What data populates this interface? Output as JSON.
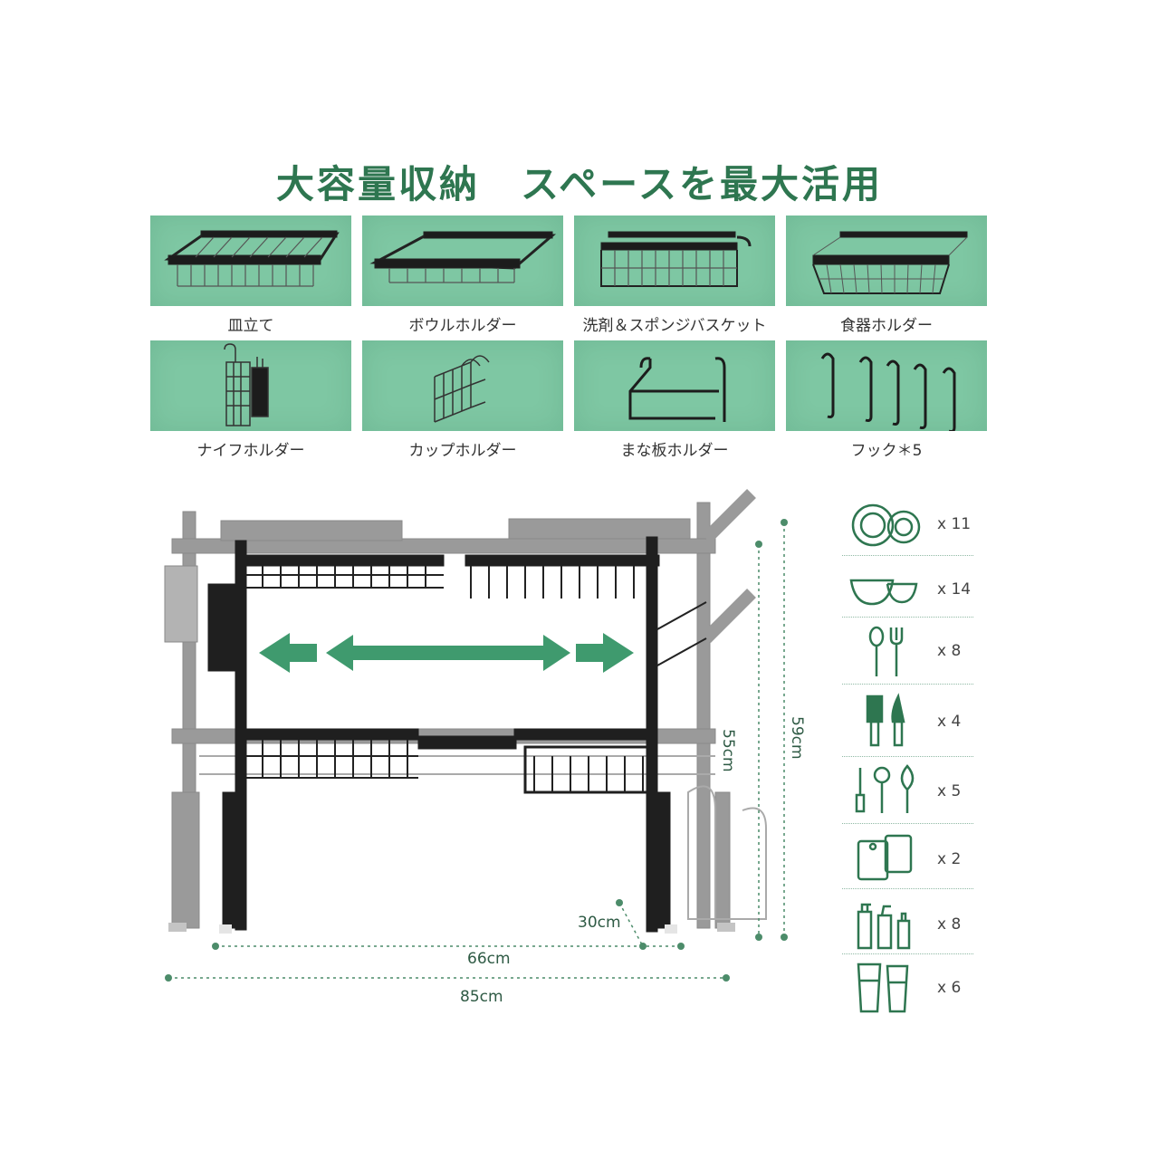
{
  "title": "大容量収納　スペースを最大活用",
  "accessories": [
    {
      "label": "皿立て",
      "icon": "dish-rack-icon"
    },
    {
      "label": "ボウルホルダー",
      "icon": "bowl-holder-icon"
    },
    {
      "label": "洗剤＆スポンジバスケット",
      "icon": "sponge-basket-icon"
    },
    {
      "label": "食器ホルダー",
      "icon": "utensil-basket-icon"
    },
    {
      "label": "ナイフホルダー",
      "icon": "knife-holder-icon"
    },
    {
      "label": "カップホルダー",
      "icon": "cup-holder-icon"
    },
    {
      "label": "まな板ホルダー",
      "icon": "cutting-board-holder-icon"
    },
    {
      "label": "フック＊5",
      "icon": "hooks-icon"
    }
  ],
  "dimensions": {
    "depth": "30cm",
    "inner_width": "66cm",
    "outer_width": "85cm",
    "height_low": "55cm",
    "height_high": "59cm"
  },
  "capacity": [
    {
      "icon": "plates-icon",
      "qty": "x 11"
    },
    {
      "icon": "bowls-icon",
      "qty": "x 14"
    },
    {
      "icon": "spoon-fork-icon",
      "qty": "x 8"
    },
    {
      "icon": "knives-icon",
      "qty": "x 4"
    },
    {
      "icon": "kitchen-tools-icon",
      "qty": "x 5"
    },
    {
      "icon": "cutting-boards-icon",
      "qty": "x 2"
    },
    {
      "icon": "bottles-icon",
      "qty": "x 8"
    },
    {
      "icon": "cups-icon",
      "qty": "x 6"
    }
  ],
  "colors": {
    "accent": "#2e7650",
    "tile": "#7ec7a3",
    "arrow": "#3f9a6e"
  }
}
